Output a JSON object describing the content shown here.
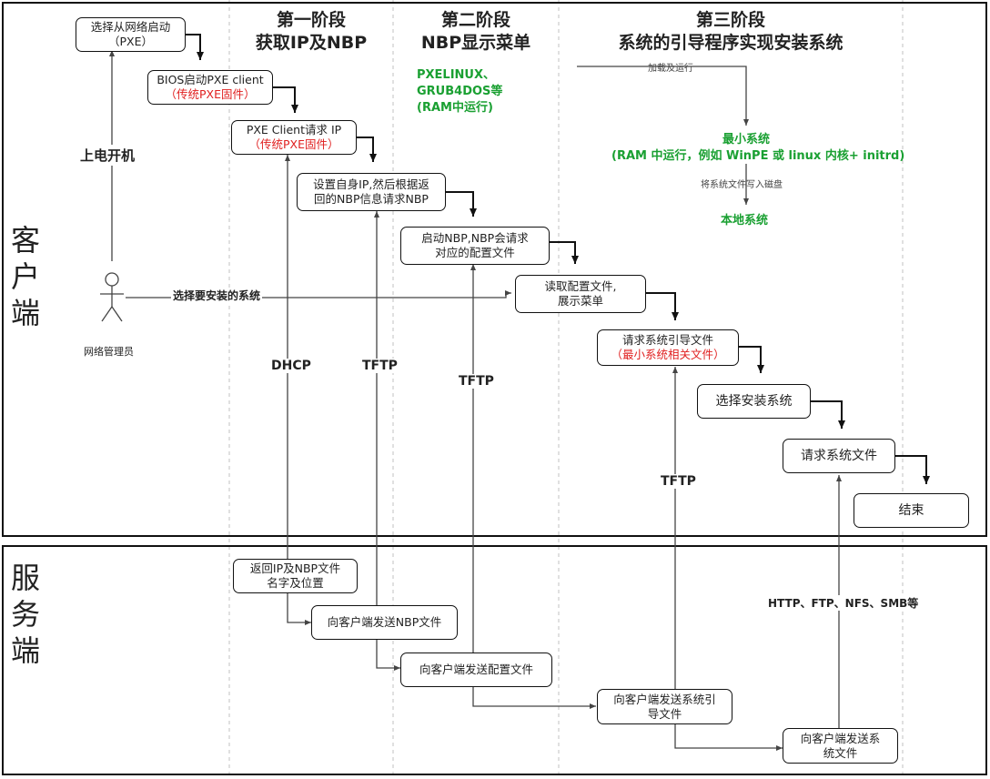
{
  "stages": {
    "stage1": {
      "title": "第一阶段",
      "subtitle": "获取IP及NBP"
    },
    "stage2": {
      "title": "第二阶段",
      "subtitle": "NBP显示菜单"
    },
    "stage3": {
      "title": "第三阶段",
      "subtitle": "系统的引导程序实现安装系统"
    }
  },
  "sections": {
    "client": "客户端",
    "server": "服务端"
  },
  "client_boxes": {
    "net_boot": {
      "line1": "选择从网络启动",
      "line2": "（PXE）"
    },
    "bios": {
      "line1": "BIOS启动PXE client",
      "line2": "（传统PXE固件）"
    },
    "pxe_ip": {
      "line1": "PXE Client请求 IP",
      "line2": "（传统PXE固件）"
    },
    "set_ip": {
      "line1": "设置自身IP,然后根据返",
      "line2": "回的NBP信息请求NBP"
    },
    "start_nbp": {
      "line1": "启动NBP,NBP会请求",
      "line2": "对应的配置文件"
    },
    "read_config": {
      "line1": "读取配置文件,",
      "line2": "展示菜单"
    },
    "req_boot": {
      "line1": "请求系统引导文件",
      "line2": "（最小系统相关文件）"
    },
    "choose_sys": {
      "text": "选择安装系统"
    },
    "req_sys": {
      "text": "请求系统文件"
    },
    "end": {
      "text": "结束"
    }
  },
  "server_boxes": {
    "return_ip": {
      "line1": "返回IP及NBP文件",
      "line2": "名字及位置"
    },
    "send_nbp": {
      "text": "向客户端发送NBP文件"
    },
    "send_config": {
      "text": "向客户端发送配置文件"
    },
    "send_boot": {
      "line1": "向客户端发送系统引",
      "line2": "导文件"
    },
    "send_sys": {
      "line1": "向客户端发送系",
      "line2": "统文件"
    }
  },
  "labels": {
    "power_on": "上电开机",
    "admin": "网络管理员",
    "choose_install": "选择要安装的系统",
    "dhcp": "DHCP",
    "tftp1": "TFTP",
    "tftp2": "TFTP",
    "tftp3": "TFTP",
    "protocols": "HTTP、FTP、NFS、SMB等"
  },
  "stage2_note": {
    "line1": "PXELINUX、",
    "line2": "GRUB4DOS等",
    "line3": "(RAM中运行)"
  },
  "stage3_notes": {
    "load_run": "加载及运行",
    "min_system": "最小系统",
    "min_system_detail": "(RAM 中运行，例如 WinPE 或 linux 内核+ initrd)",
    "write_disk": "将系统文件写入磁盘",
    "local_system": "本地系统"
  },
  "colors": {
    "highlight_red": "#e02020",
    "note_green": "#1aa032",
    "line": "#111111",
    "divider": "#bbbbbb"
  }
}
